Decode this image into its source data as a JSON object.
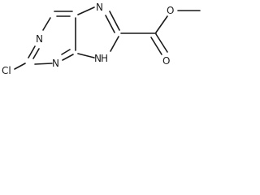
{
  "atoms": {
    "cl": "Cl",
    "n1": "N",
    "n3": "N",
    "n7": "N",
    "nh9": "N",
    "h9": "H",
    "o_carbonyl": "O",
    "o_ester": "O"
  }
}
